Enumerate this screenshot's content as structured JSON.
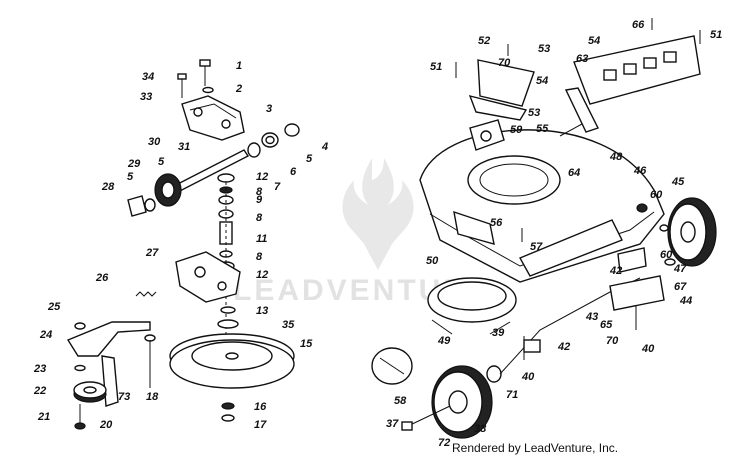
{
  "watermark": {
    "text": "LEADVENTURE"
  },
  "credit": "Rendered by LeadVenture, Inc.",
  "callouts": [
    "1",
    "2",
    "3",
    "4",
    "5",
    "6",
    "7",
    "8",
    "9",
    "11",
    "12",
    "13",
    "15",
    "16",
    "17",
    "18",
    "20",
    "21",
    "22",
    "23",
    "24",
    "25",
    "26",
    "27",
    "28",
    "29",
    "30",
    "31",
    "33",
    "34",
    "35",
    "37",
    "38",
    "39",
    "40",
    "42",
    "43",
    "44",
    "45",
    "46",
    "47",
    "48",
    "49",
    "50",
    "51",
    "52",
    "53",
    "54",
    "55",
    "56",
    "57",
    "58",
    "59",
    "60",
    "63",
    "64",
    "65",
    "66",
    "67",
    "70",
    "71",
    "72",
    "73"
  ]
}
